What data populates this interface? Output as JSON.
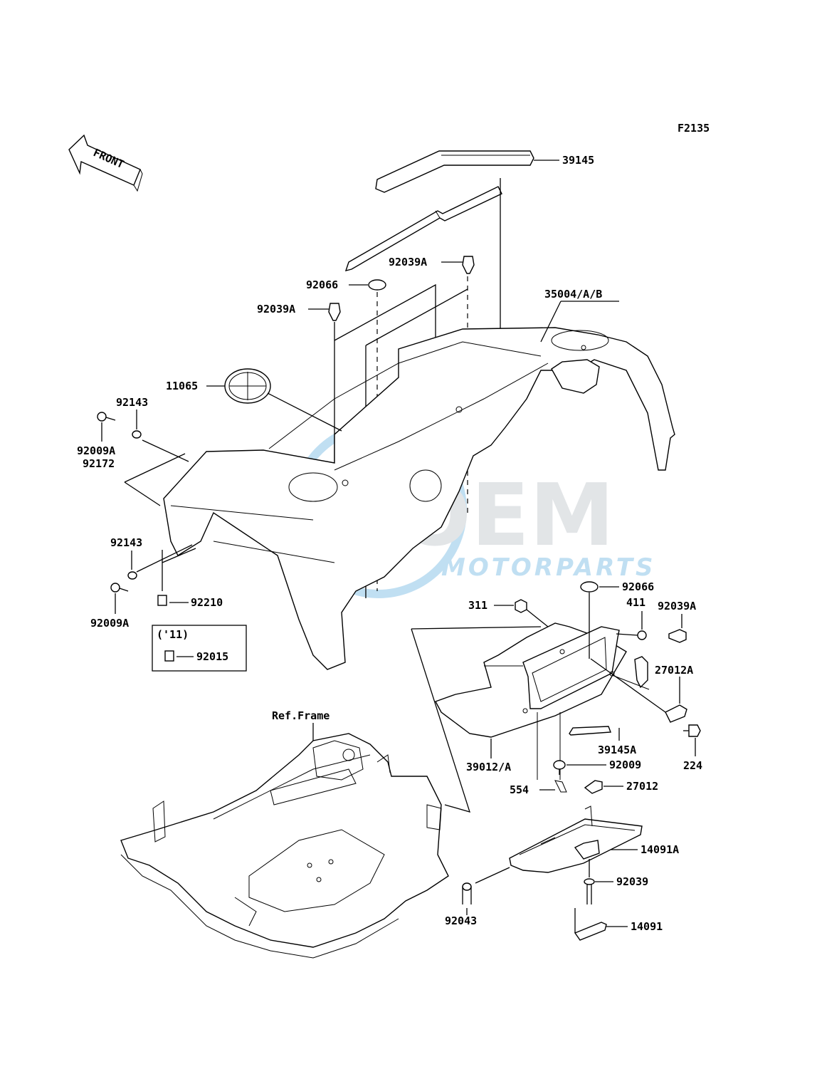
{
  "diagram_code": "F2135",
  "front_arrow_label": "FRONT",
  "watermark": {
    "brand": "OEM",
    "sub": "MOTORPARTS",
    "color": "#1f8fd1",
    "gray": "#9aa3ab"
  },
  "parts": {
    "p39145": "39145",
    "p92039A_top": "92039A",
    "p92066_top": "92066",
    "p35004": "35004/A/B",
    "p92039A_left": "92039A",
    "p11065": "11065",
    "p92143_top": "92143",
    "p92009A_top": "92009A",
    "p92172": "92172",
    "p92143_bottom": "92143",
    "p92009A_bottom": "92009A",
    "p92210": "92210",
    "year_note": "('11)",
    "p92015": "92015",
    "ref_frame": "Ref.Frame",
    "p92066_right": "92066",
    "p311": "311",
    "p411": "411",
    "p92039A_right": "92039A",
    "p27012A": "27012A",
    "p39145A": "39145A",
    "p39012": "39012/A",
    "p224": "224",
    "p92009": "92009",
    "p554": "554",
    "p27012": "27012",
    "p14091A": "14091A",
    "p92039": "92039",
    "p92043": "92043",
    "p14091": "14091"
  }
}
